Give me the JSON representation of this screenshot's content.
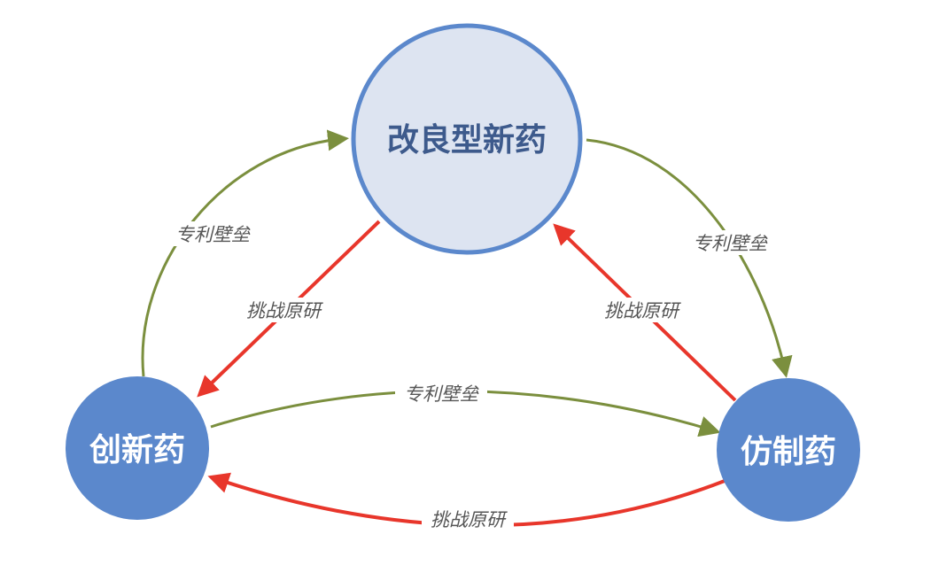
{
  "colors": {
    "green": "#7b8f3e",
    "red": "#e8362b",
    "blue": "#5b88cc",
    "top_fill": "#dde4f1",
    "top_text": "#3d5a8c"
  },
  "nodes": {
    "improved": "改良型新药",
    "innovative": "创新药",
    "generic": "仿制药"
  },
  "edges": {
    "innovative_to_improved": "专利壁垒",
    "improved_to_generic": "专利壁垒",
    "innovative_to_generic": "专利壁垒",
    "improved_to_innovative": "挑战原研",
    "generic_to_improved": "挑战原研",
    "generic_to_innovative": "挑战原研"
  }
}
